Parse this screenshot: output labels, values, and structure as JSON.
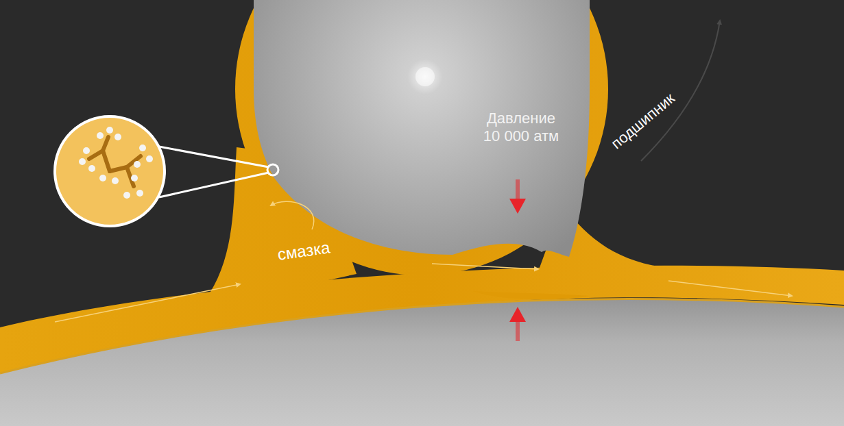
{
  "diagram": {
    "labels": [
      "Давление 10 000 атм",
      "подшипник",
      "смазка"
    ]
  }
}
